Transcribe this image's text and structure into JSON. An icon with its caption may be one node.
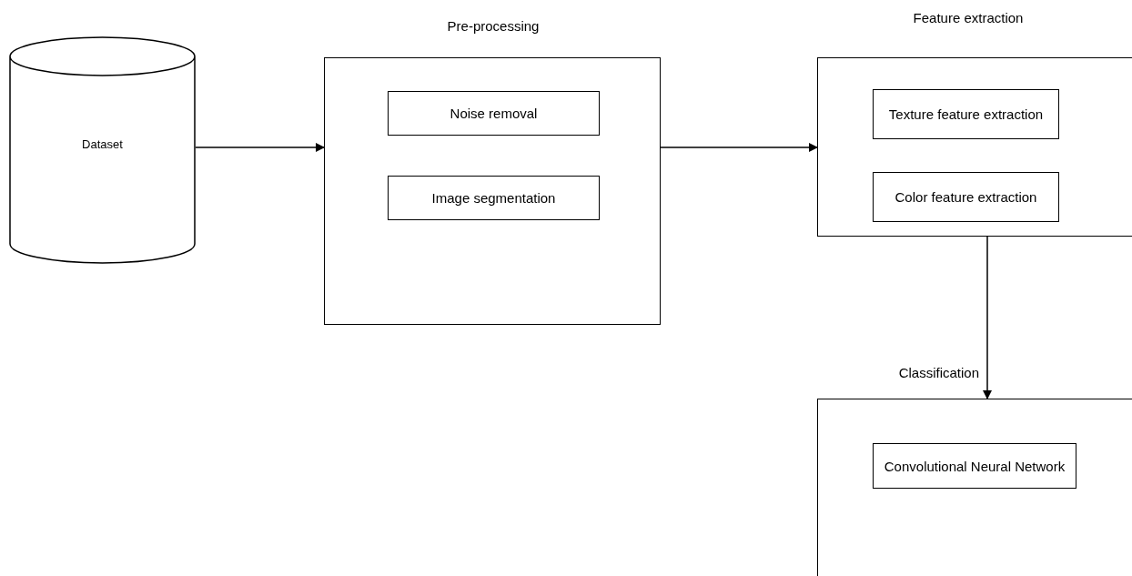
{
  "diagram": {
    "nodes": [
      {
        "text": [
          "Dataset"
        ]
      },
      {
        "text": [
          "Pre-processing"
        ]
      },
      {
        "text": [
          "Noise removal"
        ],
        "in": 1
      },
      {
        "text": [
          "Image segmentation"
        ],
        "in": 1
      },
      {
        "text": [
          "Feature extraction"
        ]
      },
      {
        "text": [
          "Texture feature extraction"
        ],
        "in": 4
      },
      {
        "text": [
          "Color feature extraction"
        ],
        "in": 4
      },
      {
        "text": [
          "Classification"
        ]
      },
      {
        "text": [
          "Convolutional Neural Network"
        ],
        "in": 7
      }
    ],
    "edges": [
      {
        "from": 0,
        "to": 1,
        "arrow": "to"
      },
      {
        "from": 1,
        "to": 4,
        "arrow": "to"
      },
      {
        "from": 4,
        "to": 7,
        "arrow": "to"
      }
    ]
  }
}
